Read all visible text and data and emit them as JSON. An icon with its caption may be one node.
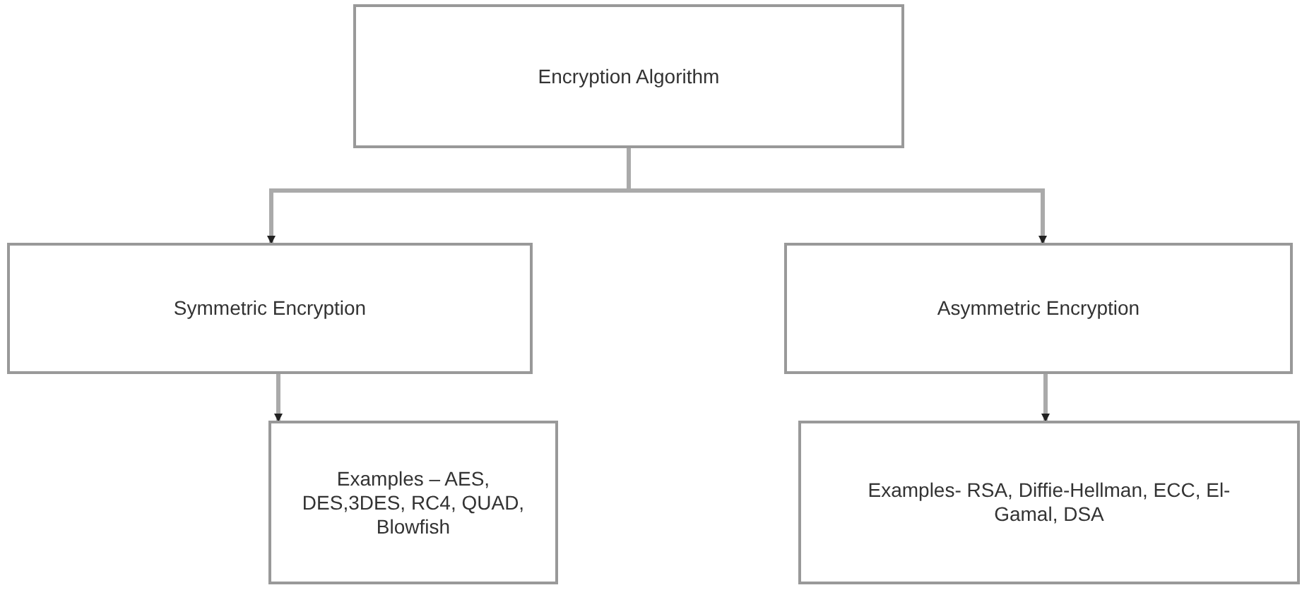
{
  "diagram": {
    "nodes": [
      {
        "text": [
          "Encryption Algorithm"
        ]
      },
      {
        "text": [
          "Symmetric Encryption"
        ]
      },
      {
        "text": [
          "Asymmetric Encryption"
        ]
      },
      {
        "text": [
          "Examples – AES, DES,3DES, RC4, QUAD, Blowfish"
        ]
      },
      {
        "text": [
          "Examples- RSA, Diffie-Hellman, ECC, El-Gamal, DSA"
        ]
      }
    ],
    "edges": [
      {
        "from": 0,
        "to": 1,
        "arrow": "to"
      },
      {
        "from": 0,
        "to": 2,
        "arrow": "to"
      },
      {
        "from": 1,
        "to": 3,
        "arrow": "to"
      },
      {
        "from": 2,
        "to": 4,
        "arrow": "to"
      }
    ]
  }
}
